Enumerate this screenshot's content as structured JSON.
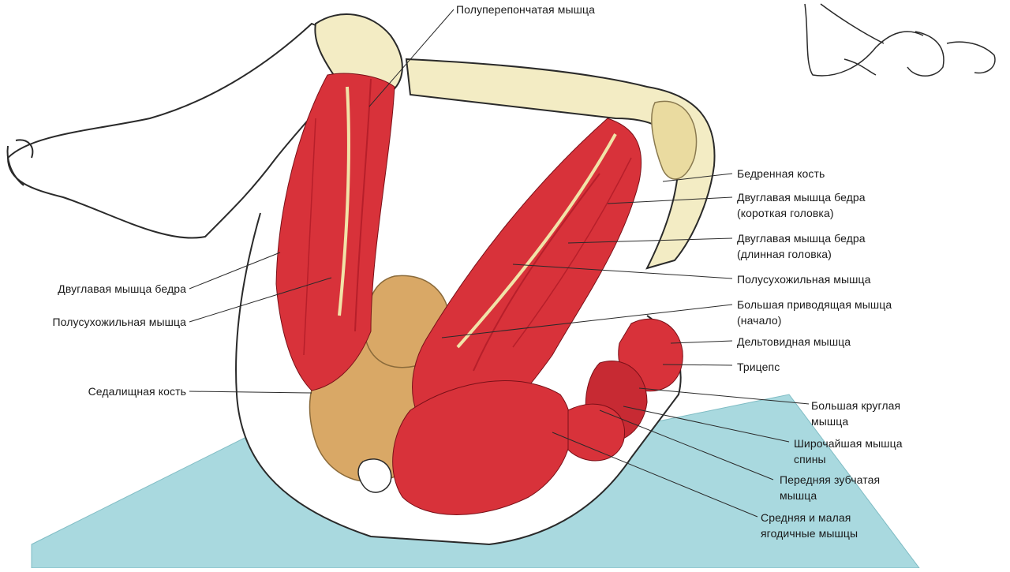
{
  "labels": {
    "semimembranosus_top": "Полуперепончатая мышца",
    "femur": "Бедренная кость",
    "biceps_short": "Двуглавая мышца бедра\n(короткая головка)",
    "biceps_long": "Двуглавая мышца бедра\n(длинная головка)",
    "semitendinosus_right": "Полусухожильная мышца",
    "adductor_magnus": "Большая приводящая мышца\n(начало)",
    "deltoid": "Дельтовидная мышца",
    "triceps": "Трицепс",
    "teres_major": "Большая круглая\nмышца",
    "latissimus": "Широчайшая мышца\nспины",
    "serratus": "Передняя зубчатая\nмышца",
    "gluteus": "Средняя и малая\nягодичные мышцы",
    "biceps_left": "Двуглавая мышца бедра",
    "semitendinosus_left": "Полусухожильная мышца",
    "ischium": "Седалищная кость"
  },
  "colors": {
    "muscle": "#d8323a",
    "muscle_dark": "#b71f2a",
    "bone": "#f3ecc4",
    "tendon": "#f1e3a8",
    "skin": "#ffffff",
    "pelvis": "#d9a866",
    "mat": "#a9d9df",
    "outline": "#2a2a2a"
  }
}
